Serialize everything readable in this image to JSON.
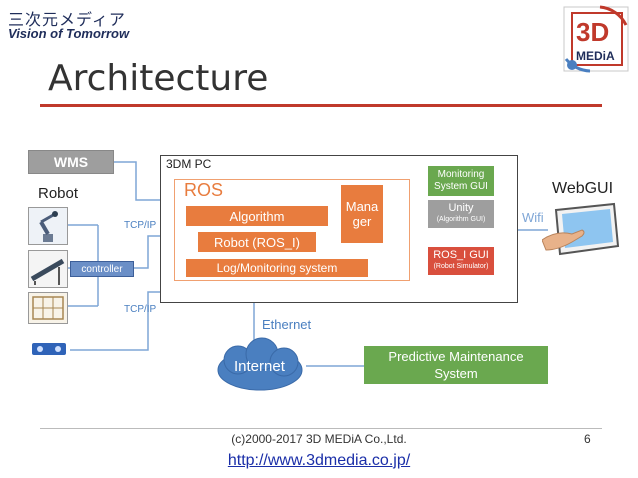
{
  "brand": {
    "jp": "三次元メディア",
    "en": "Vision of Tomorrow",
    "logo_text": "3D",
    "logo_sub": "MEDiA"
  },
  "page": {
    "title": "Architecture",
    "number": "6"
  },
  "diagram": {
    "wms": "WMS",
    "robot_label": "Robot",
    "controller": "controller",
    "tcp_ip_1": "TCP/IP",
    "tcp_ip_2": "TCP/IP",
    "pc_label": "3DM PC",
    "ros_label": "ROS",
    "algorithm": "Algorithm",
    "robot_ros": "Robot (ROS_I)",
    "log_monitor": "Log/Monitoring system",
    "manager_line1": "Mana",
    "manager_line2": "ger",
    "monitoring_line1": "Monitoring",
    "monitoring_line2": "System GUI",
    "unity": "Unity",
    "unity_sub": "(Algorithm GUI)",
    "rosi_gui": "ROS_I GUI",
    "rosi_gui_sub": "(Robot Simulator)",
    "webgui": "WebGUI",
    "wifi": "Wifi",
    "ethernet": "Ethernet",
    "internet": "Internet",
    "predictive_line1": "Predictive Maintenance",
    "predictive_line2": "System"
  },
  "footer": {
    "copyright": "(c)2000-2017 3D MEDiA  Co.,Ltd.",
    "url": "http://www.3dmedia.co.jp/"
  },
  "colors": {
    "orange": "#e87c3e",
    "green": "#6aa84f",
    "grey": "#9e9e9e",
    "red": "#d94f3d",
    "blue": "#4a7fc0",
    "accent_rule": "#c0392b"
  },
  "icons": [
    "robot-arm-icon",
    "conveyor-icon",
    "rack-icon",
    "sensor-icon",
    "tablet-hand-icon",
    "internet-cloud-icon"
  ]
}
